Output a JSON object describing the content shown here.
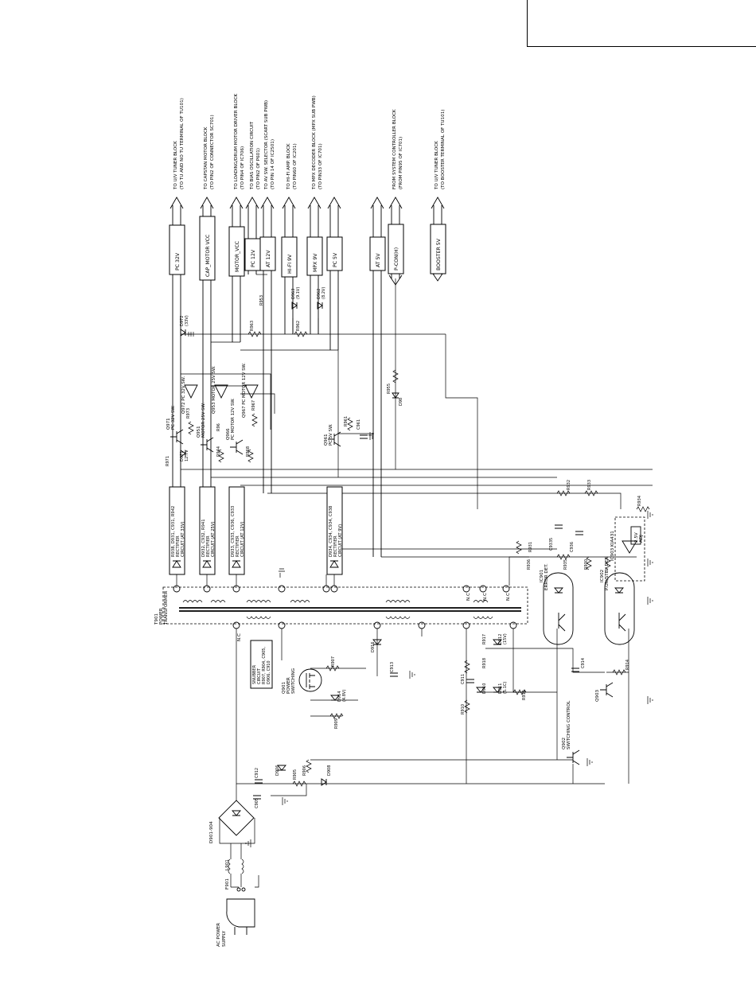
{
  "title_block": "",
  "outputs": [
    {
      "rail": "PC 32V",
      "desc": [
        "TO U/V TUNER BLOCK",
        "(TO TU AND NO TU TERMINAL OF TU101)"
      ]
    },
    {
      "rail": "CAP_MOTOR VCC",
      "desc": [
        "TO CAPSTAN MOTOR BLOCK",
        "(TO PIN2 OF CONNECTOR SC701)"
      ]
    },
    {
      "rail": "MOTOR_VCC",
      "desc": [
        "TO LOADING/DRUM MOTOR DRIVER BLOCK",
        "(TO PIN4 OF IC706)"
      ]
    },
    {
      "rail": "PC 12V",
      "desc": [
        "TO BIAS OSCILLATION CIRCUIT",
        "(TO PIN2 OF P601)"
      ]
    },
    {
      "rail": "AT 12V",
      "desc": [
        "TO AV SW. SELECTOR (SCART SUB PWB)",
        "(TO PIN 14 OF IC2501)"
      ]
    },
    {
      "rail": "HI-FI 9V",
      "desc": [
        "TO HI-FI AMP. BLOCK",
        "(TO PIN60 OF IC201)"
      ]
    },
    {
      "rail": "MPX 9V",
      "desc": [
        "TO MPX DECODER BLOCK (MPX SUB PWB)",
        "(TO PIN33 OF IC701)"
      ]
    },
    {
      "rail": "PC 5V",
      "desc": []
    },
    {
      "rail": "AT 5V",
      "desc": []
    },
    {
      "rail": "P-CON(H)",
      "desc": [
        "FROM SYSTEM CONTROLLER BLOCK",
        "(FROM PIN95 OF IC701)"
      ]
    },
    {
      "rail": "BOOSTER 5V",
      "desc": [
        "TO U/V TUNER BLOCK",
        "(TO BOOSTER TERMINAL OF TU101)"
      ]
    }
  ],
  "rectifiers": [
    [
      "R938, D931, C931, R942",
      "RECTIFIER",
      "CIRCUIT (AT 33V)"
    ],
    [
      "D932, C932, R941",
      "RECTIFIER",
      "CIRCUIT (AT 25V)"
    ],
    [
      "D933, C933, C936, C933",
      "RECTIFIER",
      "CIRCUIT (AT 12V)"
    ],
    [
      "D934, C934, C934, C938",
      "RECTIFIER",
      "CIRCUIT (AT 9V)"
    ]
  ],
  "regulators": [
    {
      "ref": "Q971",
      "title": "PC 32V SW."
    },
    {
      "ref": "Q951",
      "title": "MOTOR 25V SW."
    },
    {
      "ref": "Q966",
      "title": "PC MOTOR 12V SW."
    },
    {
      "ref": "Q961",
      "title": "PC 5V SW."
    }
  ],
  "inverters": [
    "Q972 PC 32V SW.",
    "Q953 MOTOR 25V SW.",
    "Q967 PC MOTOR 12V SW."
  ],
  "labels": {
    "ac_input": [
      "AC POWER",
      "SUPPLY"
    ],
    "fuse": "F901",
    "line_filter": "L901",
    "bridge": "D901-904",
    "transformer": [
      "T901",
      "POWER",
      "TRANSFORMER"
    ],
    "switching_fet": [
      "Q901",
      "POWER",
      "SWITCHING"
    ],
    "snubber": [
      "SNUBBER",
      "CIRCUIT",
      "R907, R904, C905,",
      "D906, C910"
    ],
    "switching_control": [
      "Q902",
      "SWITCHING CONTROL"
    ],
    "q903": "Q903",
    "ic901": [
      "IC901",
      "ERROR DET."
    ],
    "ic902": [
      "IC902",
      "P.ON/STBY DET."
    ],
    "ic903": [
      "IC903 KIA431",
      "2.5V",
      "ADJ"
    ],
    "nc": "N.C",
    "diodes": [
      "D972",
      "(33V)",
      "D971",
      "12.7V",
      "D963",
      "(9.1V)",
      "D962",
      "(8.2V)",
      "D916",
      "D912",
      "(15V)",
      "D911",
      "(5.1C)",
      "D910",
      "D914",
      "(4.8V)",
      "D906",
      "D908",
      "D98"
    ],
    "resistors": [
      "R971",
      "R973",
      "R944",
      "R96",
      "R968",
      "R967",
      "R953",
      "R963",
      "R962",
      "R955",
      "R961",
      "R931",
      "R932",
      "R933",
      "R934",
      "R935",
      "R936",
      "R930",
      "R917",
      "R918",
      "R911",
      "R910",
      "R914",
      "R906",
      "R905",
      "R907",
      "R909",
      "R901",
      "R912"
    ],
    "capacitors": [
      "C961",
      "C9335",
      "C936",
      "C913",
      "C911",
      "C914",
      "C912",
      "C905",
      "C901"
    ]
  }
}
